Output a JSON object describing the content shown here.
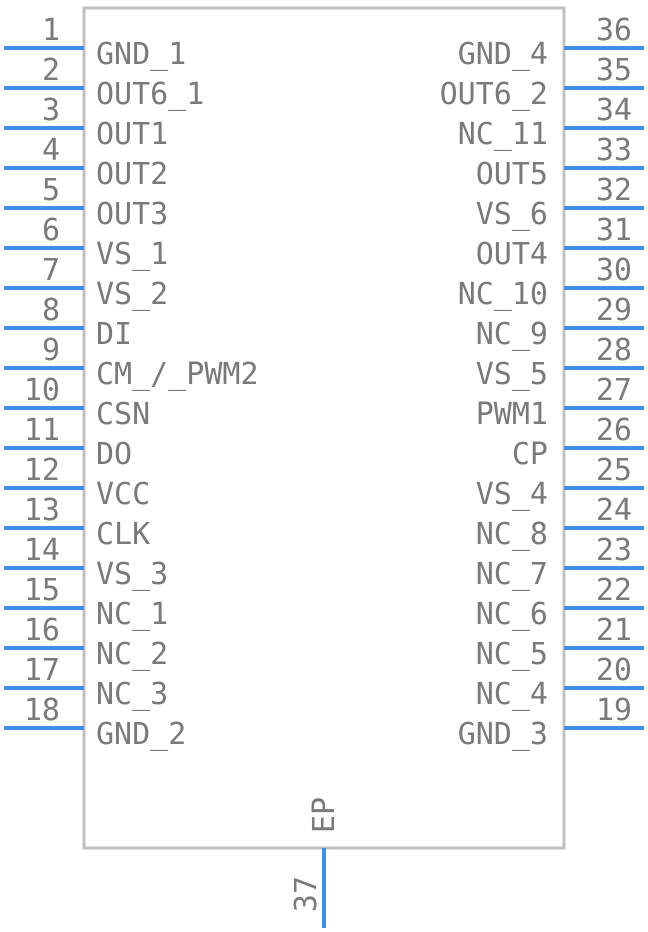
{
  "colors": {
    "body_outline": "#c0c0c0",
    "pin_line": "#3f8fe6",
    "text": "#7a7a7a",
    "background": "#ffffff"
  },
  "left_pins": [
    {
      "number": "1",
      "name": "GND_1"
    },
    {
      "number": "2",
      "name": "OUT6_1"
    },
    {
      "number": "3",
      "name": "OUT1"
    },
    {
      "number": "4",
      "name": "OUT2"
    },
    {
      "number": "5",
      "name": "OUT3"
    },
    {
      "number": "6",
      "name": "VS_1"
    },
    {
      "number": "7",
      "name": "VS_2"
    },
    {
      "number": "8",
      "name": "DI"
    },
    {
      "number": "9",
      "name": "CM_/_PWM2"
    },
    {
      "number": "10",
      "name": "CSN"
    },
    {
      "number": "11",
      "name": "DO"
    },
    {
      "number": "12",
      "name": "VCC"
    },
    {
      "number": "13",
      "name": "CLK"
    },
    {
      "number": "14",
      "name": "VS_3"
    },
    {
      "number": "15",
      "name": "NC_1"
    },
    {
      "number": "16",
      "name": "NC_2"
    },
    {
      "number": "17",
      "name": "NC_3"
    },
    {
      "number": "18",
      "name": "GND_2"
    }
  ],
  "right_pins": [
    {
      "number": "36",
      "name": "GND_4"
    },
    {
      "number": "35",
      "name": "OUT6_2"
    },
    {
      "number": "34",
      "name": "NC_11"
    },
    {
      "number": "33",
      "name": "OUT5"
    },
    {
      "number": "32",
      "name": "VS_6"
    },
    {
      "number": "31",
      "name": "OUT4"
    },
    {
      "number": "30",
      "name": "NC_10"
    },
    {
      "number": "29",
      "name": "NC_9"
    },
    {
      "number": "28",
      "name": "VS_5"
    },
    {
      "number": "27",
      "name": "PWM1"
    },
    {
      "number": "26",
      "name": "CP"
    },
    {
      "number": "25",
      "name": "VS_4"
    },
    {
      "number": "24",
      "name": "NC_8"
    },
    {
      "number": "23",
      "name": "NC_7"
    },
    {
      "number": "22",
      "name": "NC_6"
    },
    {
      "number": "21",
      "name": "NC_5"
    },
    {
      "number": "20",
      "name": "NC_4"
    },
    {
      "number": "19",
      "name": "GND_3"
    }
  ],
  "bottom_pin": {
    "number": "37",
    "name": "EP"
  }
}
